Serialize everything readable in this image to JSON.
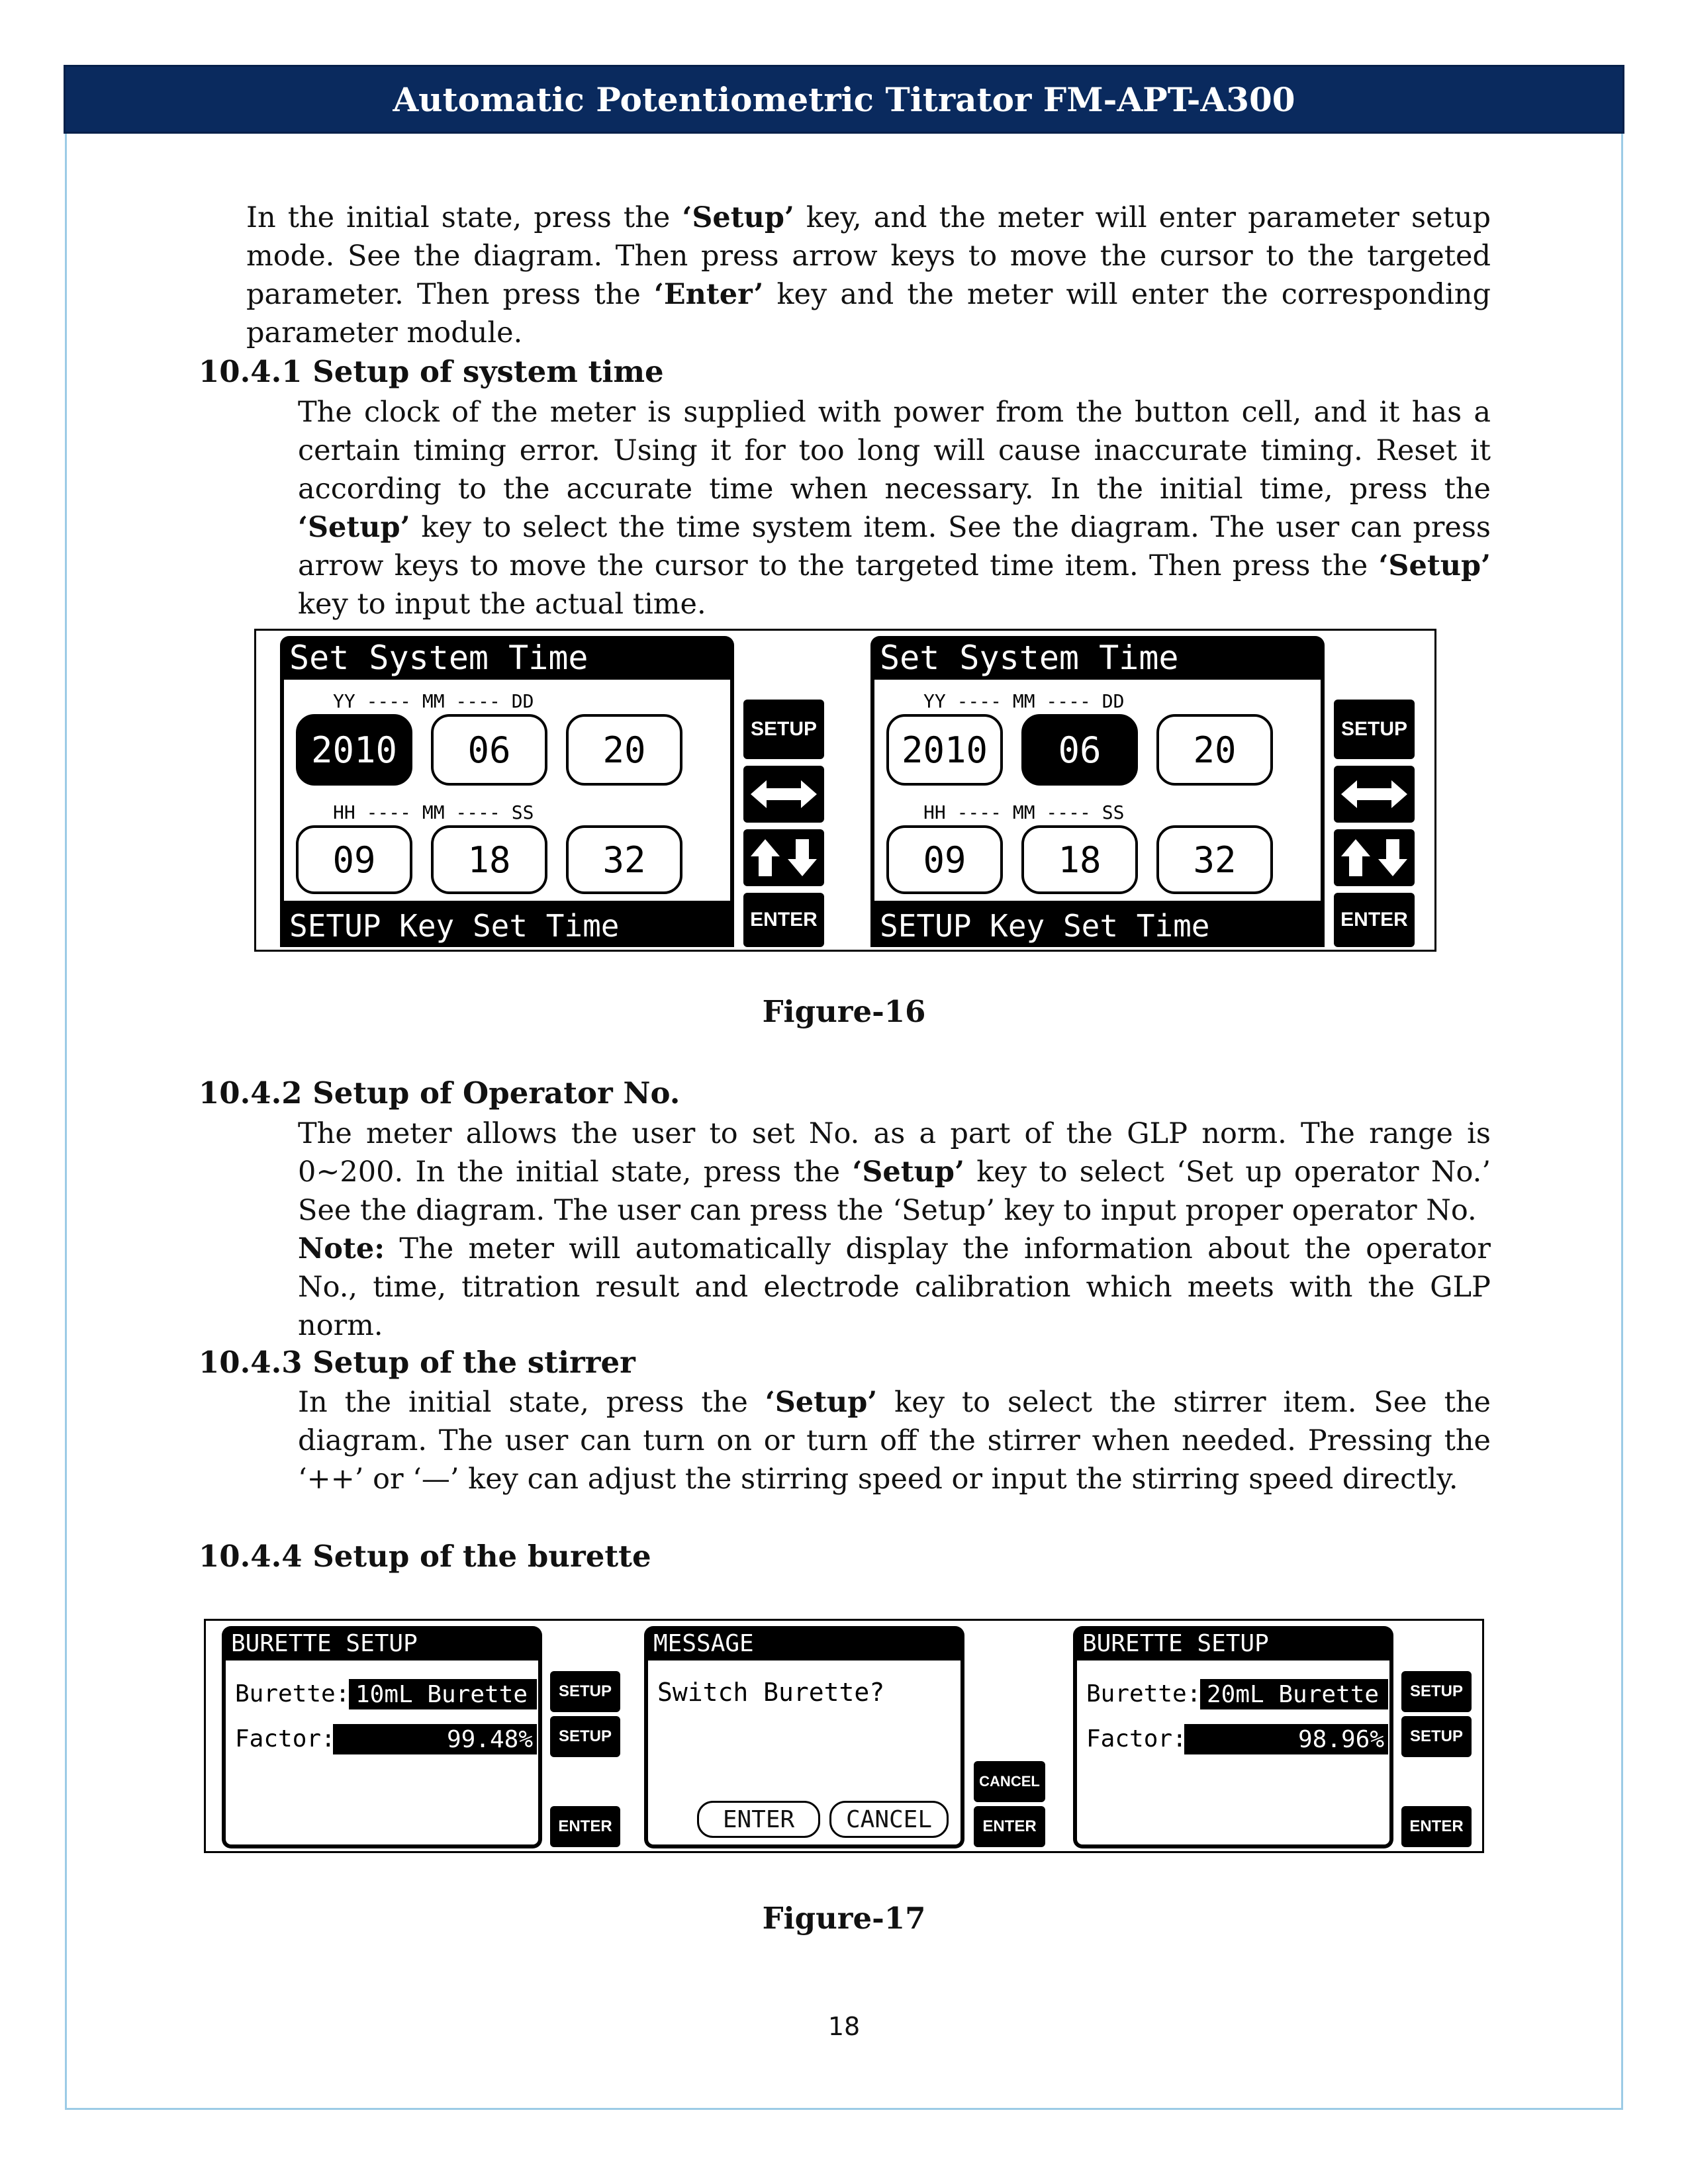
{
  "header": {
    "title": "Automatic Potentiometric Titrator FM-APT-A300"
  },
  "intro": {
    "t1": "In the initial state, press the ",
    "k1": "‘Setup’",
    "t2": " key, and the meter will enter parameter setup mode. See the diagram. Then press arrow keys to move the cursor to the targeted parameter. Then press the ",
    "k2": "‘Enter’",
    "t3": " key and the meter will enter the corresponding parameter module."
  },
  "s1": {
    "heading": "10.4.1 Setup of system time",
    "t1": "The clock of the meter is supplied with power from the button cell, and it has a certain timing error. Using it for too long will cause inaccurate timing. Reset it according to the accurate time when necessary. In the initial time, press the ",
    "k1": "‘Setup’",
    "t2": " key to select the time system item. See the diagram. The user can press arrow keys to move the cursor to the targeted time item. Then press the ",
    "k2": "‘Setup’",
    "t3": " key to input the actual time."
  },
  "fig16": {
    "caption": "Figure-16",
    "screen_title": "Set System Time",
    "date_labels": "YY ---- MM ---- DD",
    "time_labels": "HH ---- MM ---- SS",
    "year": "2010",
    "month": "06",
    "day": "20",
    "hour": "09",
    "minute": "18",
    "second": "32",
    "footer": "SETUP Key Set Time",
    "key_setup": "SETUP",
    "key_enter": "ENTER"
  },
  "s2": {
    "heading": "10.4.2 Setup of Operator No.",
    "t1": "The meter allows the user to set No. as a part of the GLP norm. The range is 0~200. In the initial state, press the ",
    "k1": "‘Setup’",
    "t2": " key to select ‘Set up operator No.’ See the diagram. The user can press the ‘Setup’ key to input proper operator No.",
    "note_label": "Note:",
    "note": " The meter will automatically display the information about the operator No., time, titration result and electrode calibration which meets with the GLP norm."
  },
  "s3": {
    "heading": "10.4.3 Setup of the stirrer",
    "t1": "In the initial state, press the ",
    "k1": "‘Setup’",
    "t2": " key to select the stirrer item. See the diagram. The user can turn on or turn off the stirrer when needed. Pressing the ‘++’ or ‘—’ key can adjust the stirring speed or input the stirring speed directly."
  },
  "s4": {
    "heading": "10.4.4 Setup of the burette"
  },
  "fig17": {
    "caption": "Figure-17",
    "burette_title": "BURETTE SETUP",
    "burette_label": "Burette:",
    "factor_label": "Factor:",
    "burette_a": "10mL Burette",
    "factor_a": "99.48%",
    "burette_b": "20mL Burette",
    "factor_b": "98.96%",
    "message_title": "MESSAGE",
    "message_text": "Switch Burette?",
    "btn_enter": "ENTER",
    "btn_cancel": "CANCEL",
    "key_setup": "SETUP",
    "key_enter": "ENTER",
    "key_cancel": "CANCEL"
  },
  "page_number": "18"
}
